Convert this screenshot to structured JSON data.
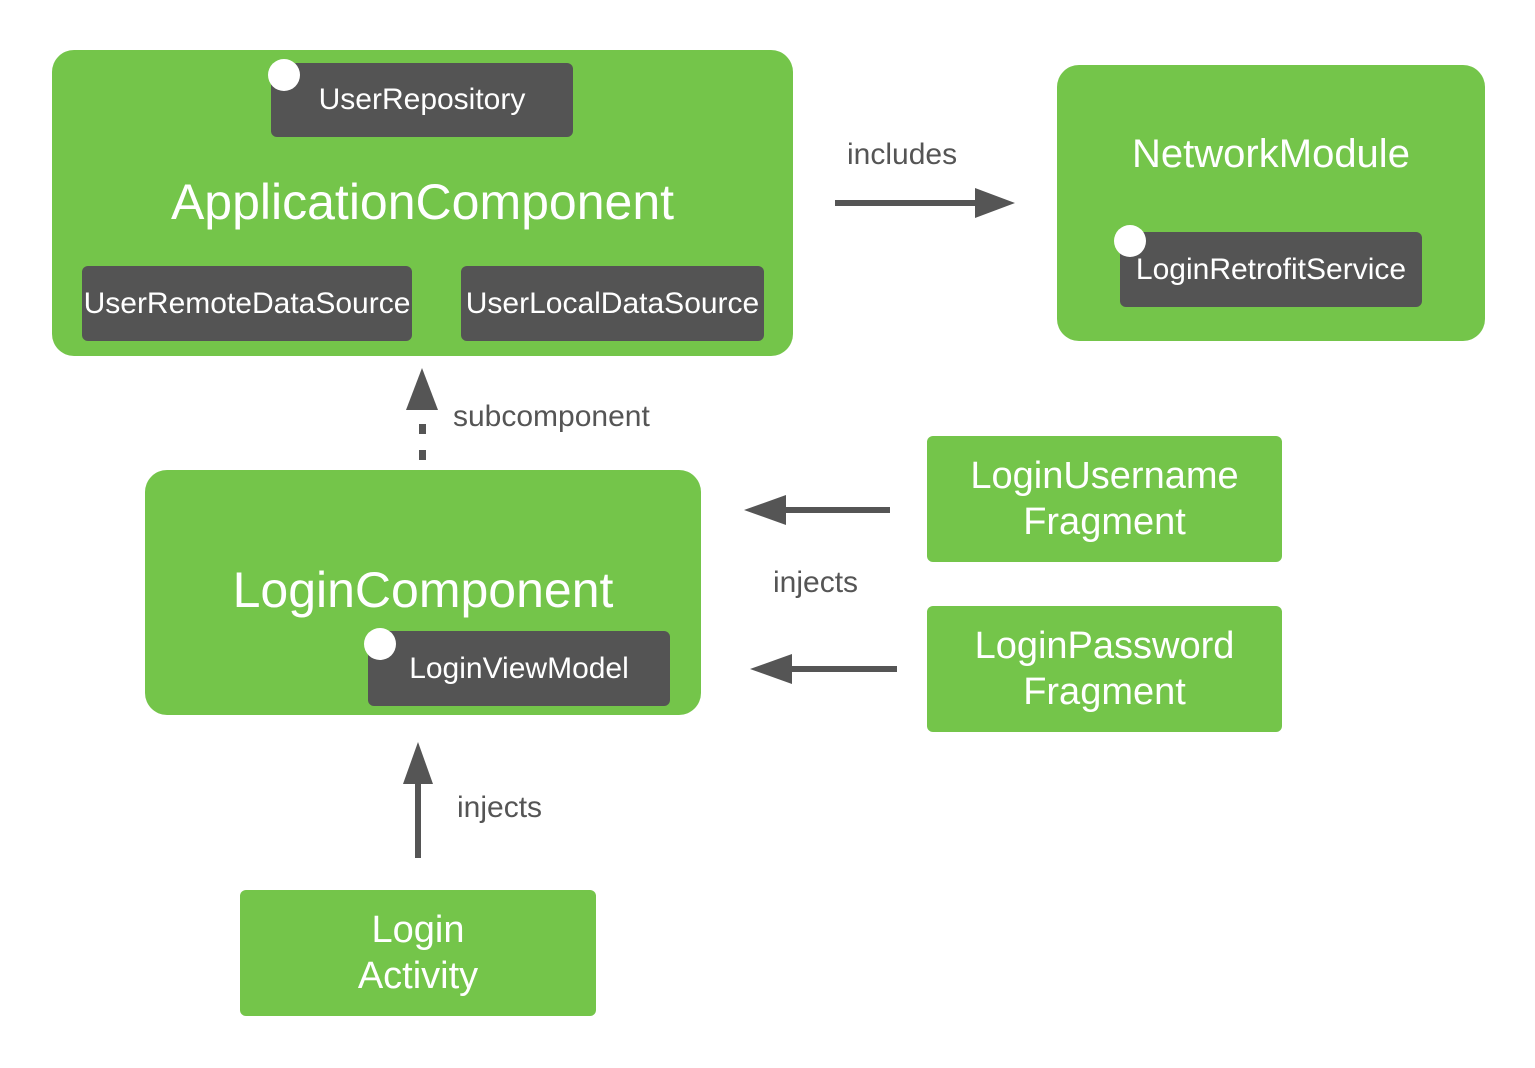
{
  "application_component": {
    "title": "ApplicationComponent",
    "user_repository": "UserRepository",
    "user_remote_data_source": "UserRemoteDataSource",
    "user_local_data_source": "UserLocalDataSource"
  },
  "network_module": {
    "title": "NetworkModule",
    "login_retrofit_service": "LoginRetrofitService"
  },
  "login_component": {
    "title": "LoginComponent",
    "login_view_model": "LoginViewModel"
  },
  "login_username_fragment": {
    "line1": "LoginUsername",
    "line2": "Fragment"
  },
  "login_password_fragment": {
    "line1": "LoginPassword",
    "line2": "Fragment"
  },
  "login_activity": {
    "line1": "Login",
    "line2": "Activity"
  },
  "edges": {
    "includes": "includes",
    "subcomponent": "subcomponent",
    "injects_fragments": "injects",
    "injects_activity": "injects"
  },
  "colors": {
    "box_green": "#74c54a",
    "chip_gray": "#545454",
    "arrow_gray": "#555555",
    "text_white": "#ffffff"
  }
}
